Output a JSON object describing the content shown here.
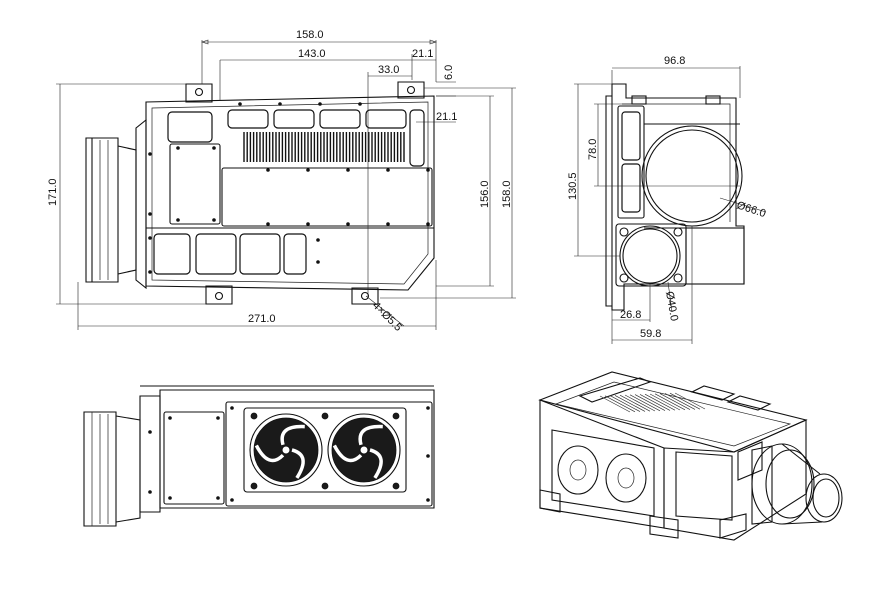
{
  "drawing": {
    "front_view": {
      "dim_overall_width_top": "158.0",
      "dim_inner_width": "143.0",
      "dim_offset_33": "33.0",
      "dim_offset_21_top": "21.1",
      "dim_small_6": "6.0",
      "dim_offset_21_right": "21.1",
      "dim_height_171": "171.0",
      "dim_height_156": "156.0",
      "dim_height_158": "158.0",
      "dim_length_271": "271.0",
      "dim_hole": "4×Ø5.5"
    },
    "side_view": {
      "dim_width_96": "96.8",
      "dim_height_78": "78.0",
      "dim_height_130": "130.5",
      "dim_dia_66": "Ø66.0",
      "dim_dia_40": "Ø40.0",
      "dim_offset_26": "26.8",
      "dim_offset_59": "59.8"
    }
  }
}
